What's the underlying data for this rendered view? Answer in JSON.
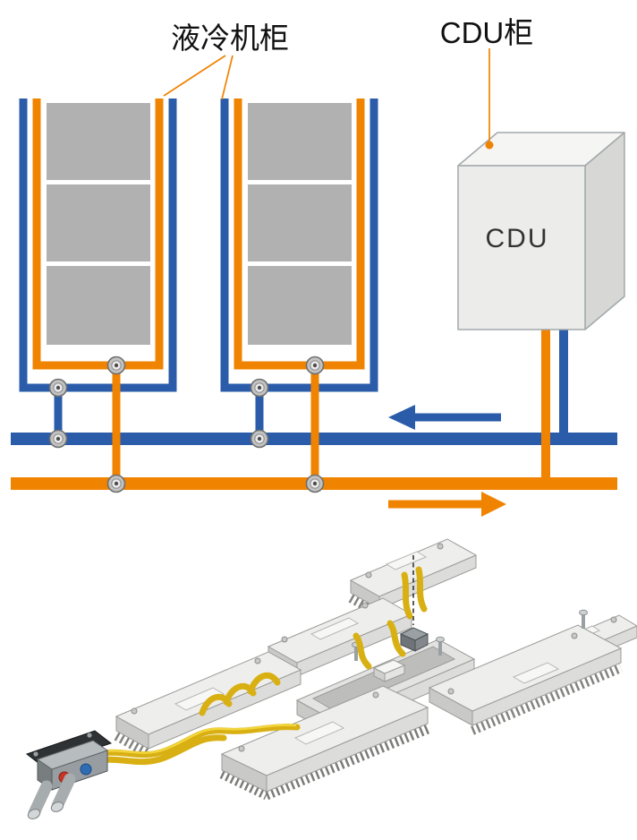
{
  "schematic": {
    "labels": {
      "rack_cabinet": "液冷机柜",
      "cdu_cabinet": "CDU柜",
      "cdu_box": "CDU"
    },
    "colors": {
      "supply_blue": "#2a5caa",
      "return_orange": "#f08300",
      "server_gray": "#b1b1b1"
    },
    "flow": {
      "supply_arrow_direction": "left",
      "return_arrow_direction": "right"
    }
  },
  "illustration": {
    "colors": {
      "tube_yellow": "#d9b013",
      "board_gray": "#eeeeec",
      "port_red": "#c23527",
      "port_blue": "#2e6db4"
    }
  }
}
